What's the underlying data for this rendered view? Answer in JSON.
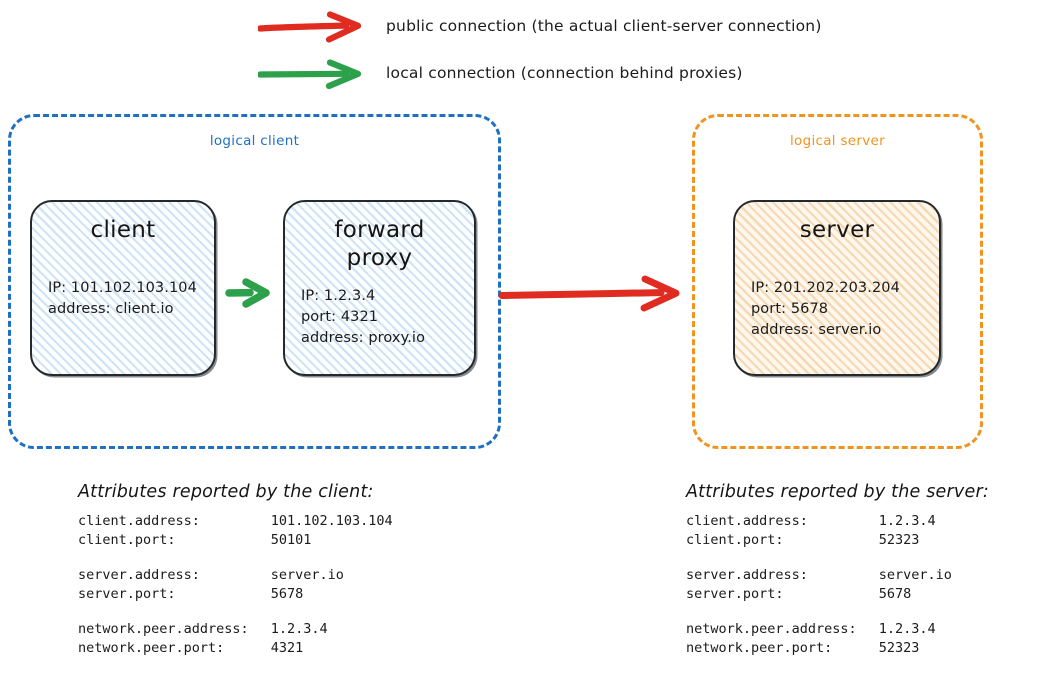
{
  "legend": [
    {
      "id": "public-connection",
      "color": "#e02b20",
      "label": "public connection (the actual client-server connection)"
    },
    {
      "id": "local-connection",
      "color": "#2ca04a",
      "label": "local connection (connection behind proxies)"
    }
  ],
  "groups": {
    "client": {
      "label": "logical client",
      "color": "#1f70c2"
    },
    "server": {
      "label": "logical server",
      "color": "#f0941f"
    }
  },
  "nodes": {
    "client": {
      "title": "client",
      "attrs": [
        "IP: 101.102.103.104",
        "address: client.io"
      ]
    },
    "proxy": {
      "title_line1": "forward",
      "title_line2": "proxy",
      "attrs": [
        "IP: 1.2.3.4",
        "port: 4321",
        "address: proxy.io"
      ]
    },
    "server": {
      "title": "server",
      "attrs": [
        "IP: 201.202.203.204",
        "port: 5678",
        "address: server.io"
      ]
    }
  },
  "connectors": {
    "local": {
      "color": "#2ca04a",
      "kind": "local connection"
    },
    "public": {
      "color": "#e02b20",
      "kind": "public connection"
    }
  },
  "attributes": {
    "client": {
      "heading": "Attributes reported by the client:",
      "rows": [
        {
          "key": "client.address:",
          "value": "101.102.103.104"
        },
        {
          "key": "client.port:",
          "value": "50101"
        },
        {
          "spacer": true
        },
        {
          "key": "server.address:",
          "value": "server.io"
        },
        {
          "key": "server.port:",
          "value": "5678"
        },
        {
          "spacer": true
        },
        {
          "key": "network.peer.address:",
          "value": "1.2.3.4"
        },
        {
          "key": "network.peer.port:",
          "value": "4321"
        }
      ]
    },
    "server": {
      "heading": "Attributes reported by the server:",
      "rows": [
        {
          "key": "client.address:",
          "value": "1.2.3.4"
        },
        {
          "key": "client.port:",
          "value": "52323"
        },
        {
          "spacer": true
        },
        {
          "key": "server.address:",
          "value": "server.io"
        },
        {
          "key": "server.port:",
          "value": "5678"
        },
        {
          "spacer": true
        },
        {
          "key": "network.peer.address:",
          "value": "1.2.3.4"
        },
        {
          "key": "network.peer.port:",
          "value": "52323"
        }
      ]
    }
  }
}
